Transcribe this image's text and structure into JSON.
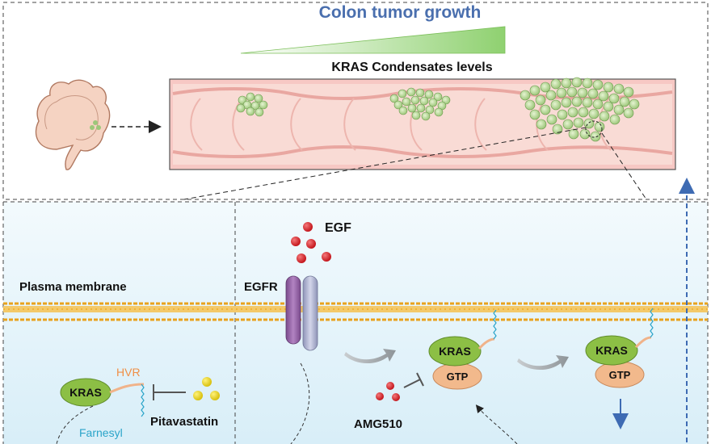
{
  "top": {
    "title": "Colon tumor growth",
    "gradient_label": "KRAS Condensates levels"
  },
  "bottom": {
    "plasma_membrane": "Plasma membrane",
    "egf": "EGF",
    "egfr": "EGFR",
    "kras_left": "KRAS",
    "hvr": "HVR",
    "farnesyl": "Farnesyl",
    "pitavastatin": "Pitavastatin",
    "amg510": "AMG510",
    "kras_mid": "KRAS",
    "gtp_mid": "GTP",
    "kras_right": "KRAS",
    "gtp_right": "GTP"
  },
  "colors": {
    "title_blue": "#4a6fae",
    "membrane_orange": "#f0b53a",
    "kras_green": "#8cbf45",
    "gtp_peach": "#f2b98c",
    "egf_red": "#d9262b",
    "pitavastatin_yellow": "#e8d21c",
    "arrow_blue": "#3e6bb3",
    "hvr_orange": "#f08f46",
    "farnesyl_teal": "#2aa4c9"
  }
}
